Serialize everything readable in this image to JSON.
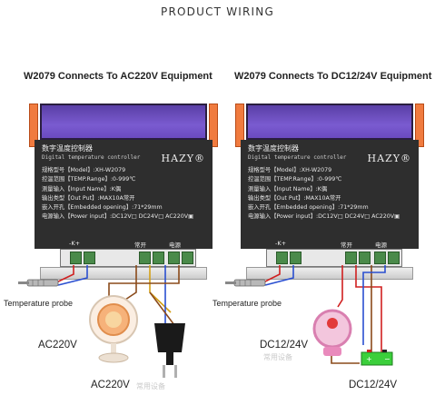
{
  "page_title": "PRODUCT WIRING",
  "panels": [
    {
      "title": "W2079 Connects To AC220V Equipment",
      "chinese_title": "数字温度控制器",
      "english_title": "Digital temperature controller",
      "brand": "HAZY®",
      "specs": [
        "规格型号【Model】:XH-W2079",
        "控温范围【TEMP.Range】:0-999℃",
        "测量输入【Input Name】:K偶",
        "输出类型【Out Put】:MAX10A常开",
        "嵌入开孔【Embedded opening】:71*29mm",
        "电源输入【Power input】:DC12V□ DC24V□ AC220V▣"
      ],
      "terminal_labels": [
        "-K+",
        "常开",
        "电源"
      ],
      "device_labels": {
        "probe": "Temperature probe",
        "load": "AC220V",
        "power": "AC220V"
      },
      "ghost_text": "常用设备"
    },
    {
      "title": "W2079 Connects To DC12/24V Equipment",
      "chinese_title": "数字温度控制器",
      "english_title": "Digital temperature controller",
      "brand": "HAZY®",
      "specs": [
        "规格型号【Model】:XH-W2079",
        "控温范围【TEMP.Range】:0-999℃",
        "测量输入【Input Name】:K偶",
        "输出类型【Out Put】:MAX10A常开",
        "嵌入开孔【Embedded opening】:71*29mm",
        "电源输入【Power input】:DC12V□ DC24V□ AC220V▣"
      ],
      "terminal_labels": [
        "-K+",
        "常开",
        "电源"
      ],
      "device_labels": {
        "probe": "Temperature probe",
        "load": "DC12/24V",
        "power": "DC12/24V"
      },
      "ghost_text": "常用设备"
    }
  ],
  "colors": {
    "display": "#6a4ac0",
    "clip": "#f07b3f",
    "terminal": "#4a8a4a",
    "wire_red": "#d02020",
    "wire_blue": "#2a4fd0",
    "wire_brown": "#8a4a1a",
    "wire_yellow": "#d4a017",
    "battery": "#3bcf3b"
  },
  "icons": {
    "probe": "temperature-probe-icon",
    "heater": "heater-icon",
    "plug": "power-plug-icon",
    "lamp": "pink-lamp-icon",
    "battery": "battery-icon"
  }
}
